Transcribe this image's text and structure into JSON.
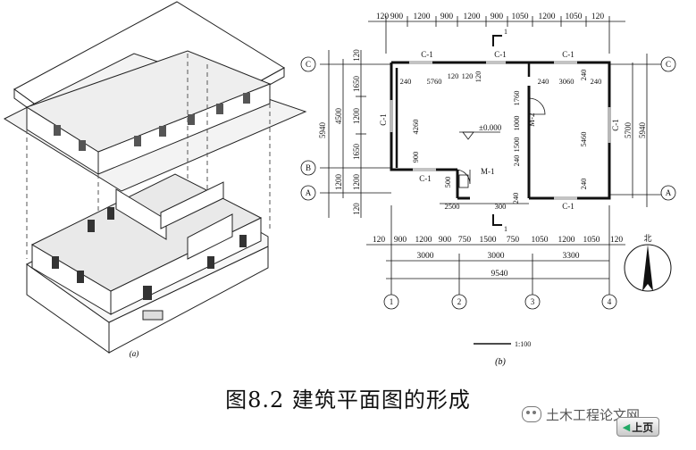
{
  "figure": {
    "caption": "图8.2 建筑平面图的形成",
    "left_label": "(a)",
    "right_label": "(b)"
  },
  "plan": {
    "top_dims": [
      "120",
      "900",
      "1200",
      "900",
      "1200",
      "900",
      "1050",
      "1200",
      "1050",
      "120"
    ],
    "bottom_dims": [
      "120",
      "900",
      "1200",
      "900",
      "750",
      "1500",
      "750",
      "1050",
      "1200",
      "1050",
      "120"
    ],
    "bay_dims": [
      "3000",
      "3000",
      "3300"
    ],
    "total_width": "9540",
    "axes_x": [
      "1",
      "2",
      "3",
      "4"
    ],
    "axes_y": [
      "C",
      "B",
      "A"
    ],
    "left_outer_dims": [
      "120",
      "1650",
      "1200",
      "1650",
      "1200",
      "120"
    ],
    "left_mid_dims": [
      "4500",
      "1200"
    ],
    "left_total": "5940",
    "right_dims": [
      "5700",
      "5940"
    ],
    "windows": [
      "C-1",
      "C-1",
      "C-1",
      "C-1",
      "C-1",
      "C-1",
      "C-1"
    ],
    "door_labels": [
      "M-1",
      "M-2"
    ],
    "section_mark": "1",
    "interior_dims": [
      "240",
      "5760",
      "120",
      "120",
      "120",
      "240",
      "3060",
      "240",
      "240",
      "4260",
      "1760",
      "1000",
      "1500",
      "240",
      "5460",
      "240",
      "900",
      "500",
      "2500",
      "300",
      "240"
    ],
    "elevation": "±0.000",
    "north": "北",
    "scale": "1:100"
  },
  "watermark": "土木工程论文网",
  "nav": {
    "back": "上页"
  }
}
